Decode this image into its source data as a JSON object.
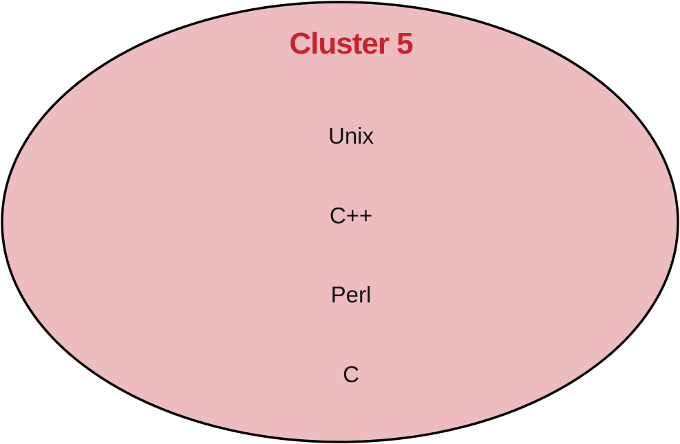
{
  "cluster": {
    "title": "Cluster 5",
    "fill_color": "#ecbcbf",
    "stroke_color": "#000000",
    "title_color": "#c8232c",
    "members": [
      "Unix",
      "C++",
      "Perl",
      "C"
    ]
  }
}
